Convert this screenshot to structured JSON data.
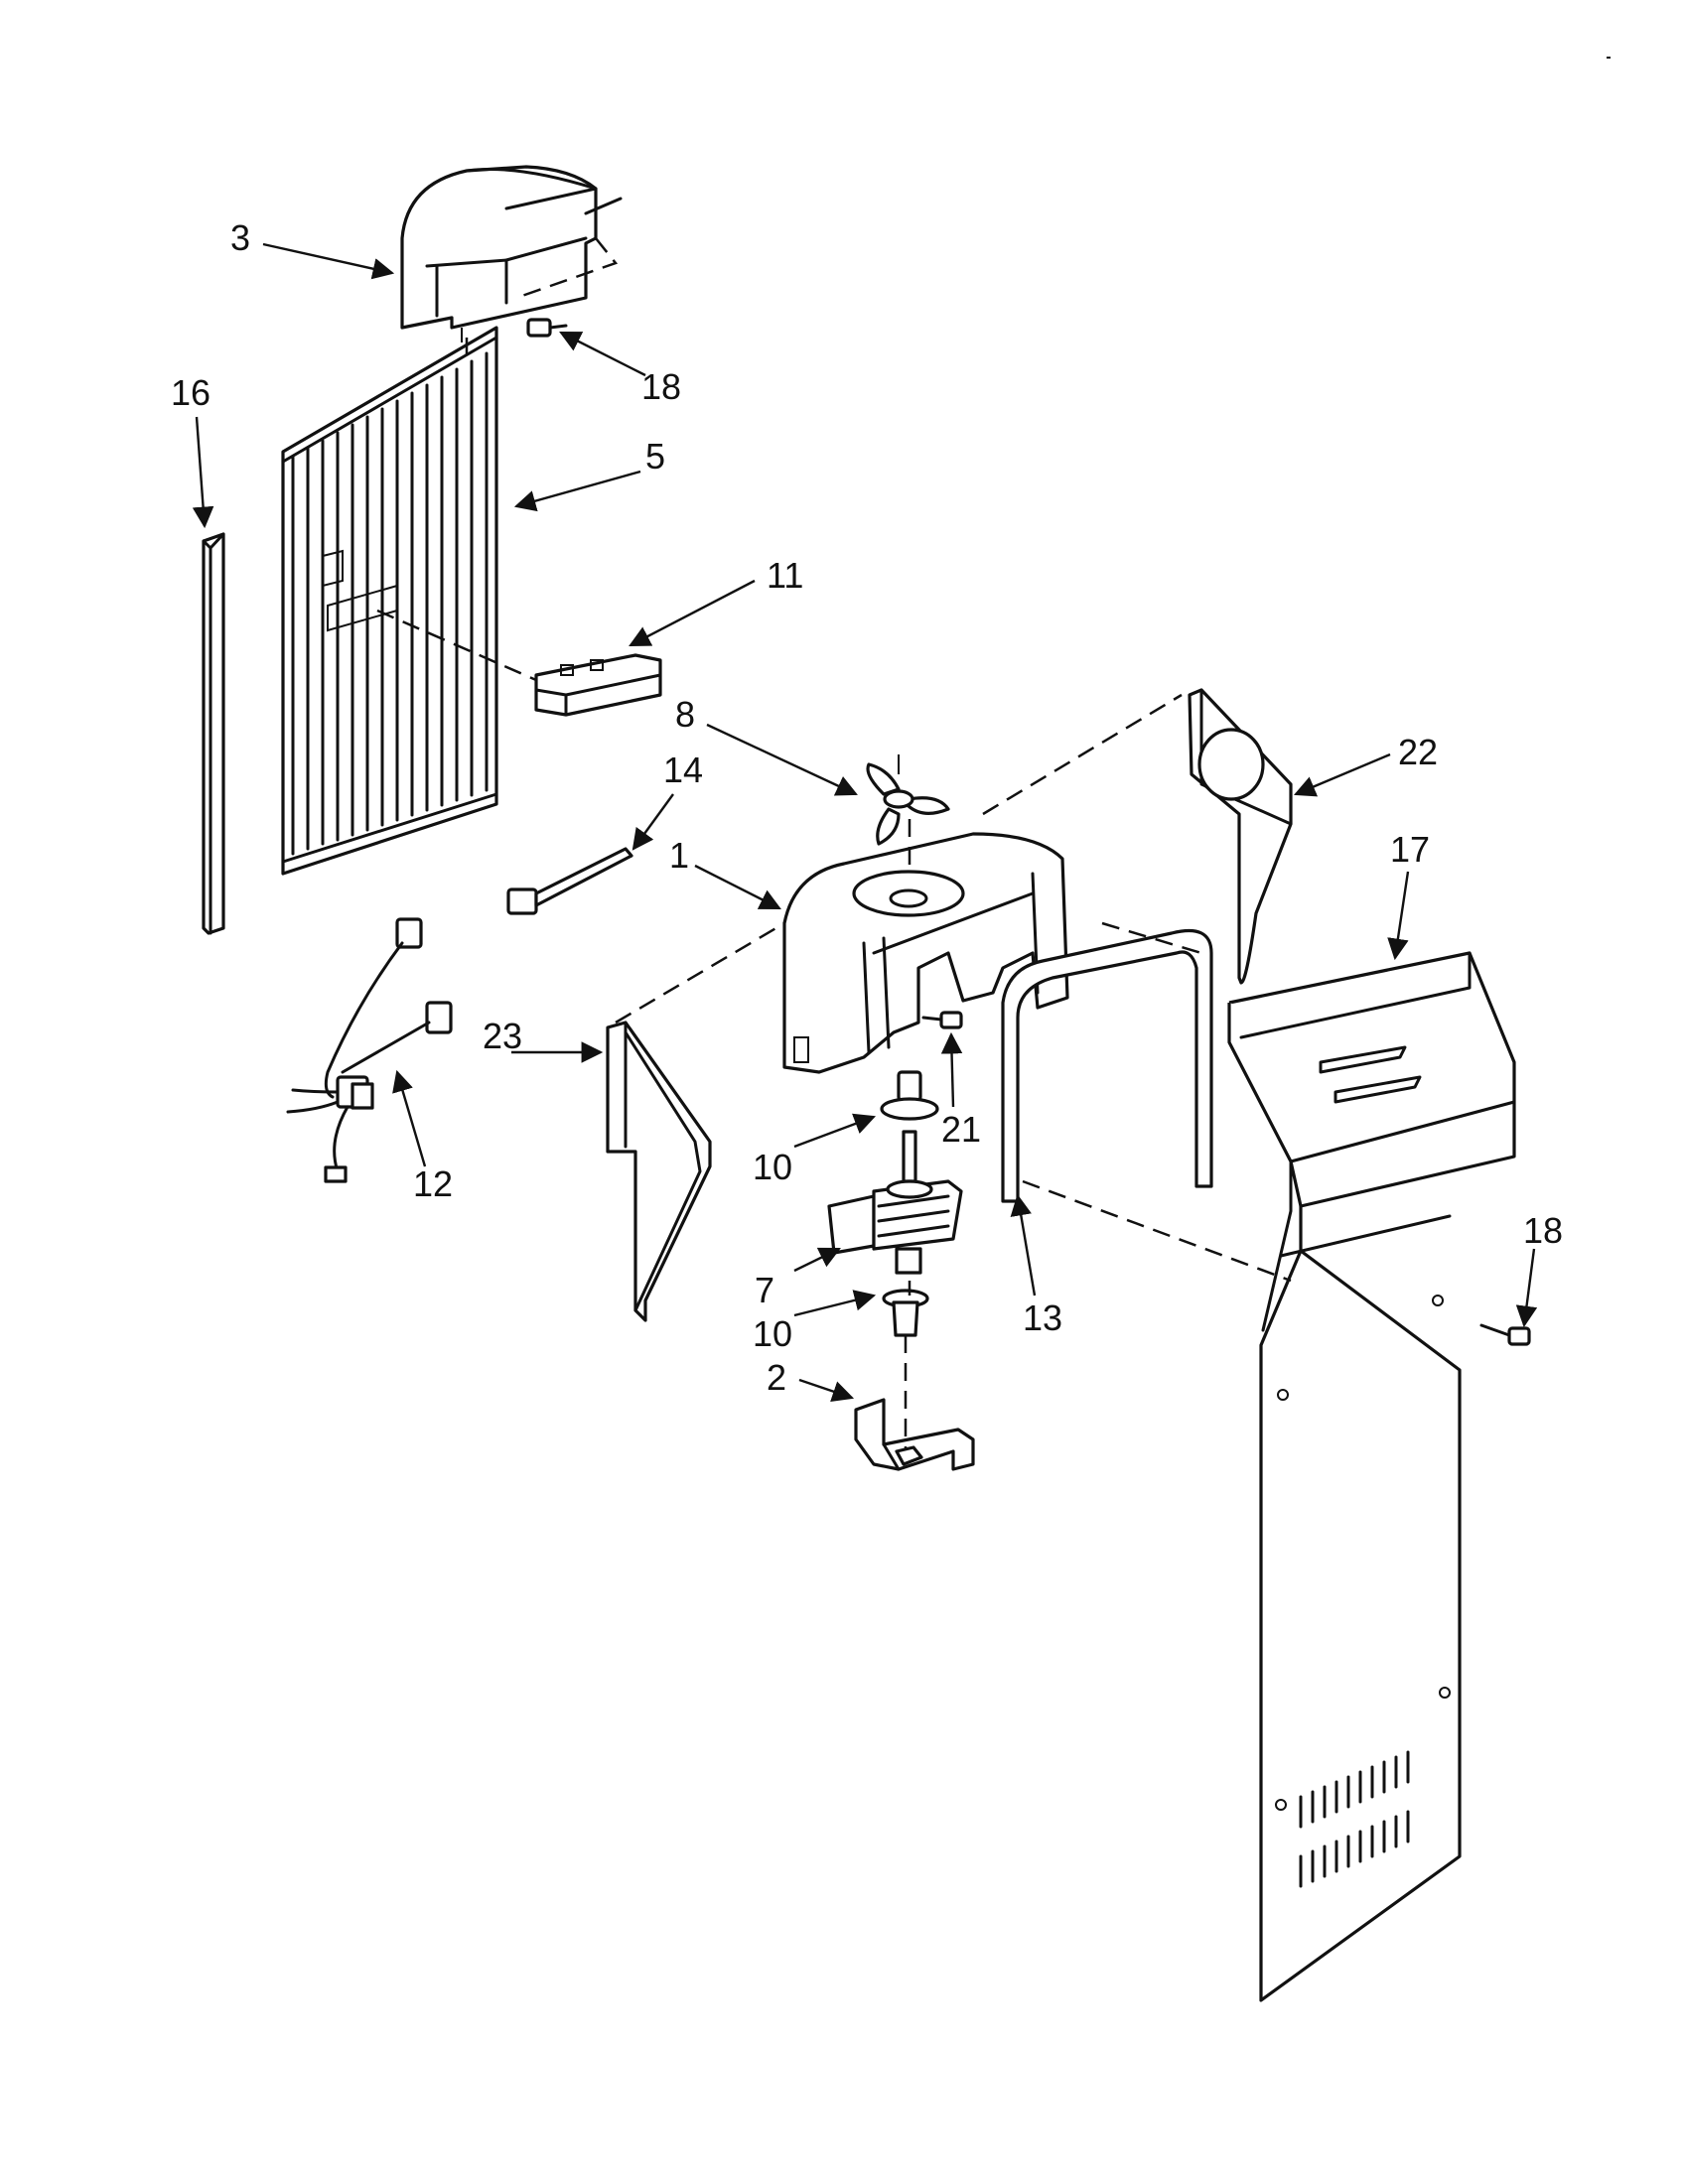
{
  "callouts": [
    {
      "id": "c3",
      "text": "3"
    },
    {
      "id": "c18a",
      "text": "18"
    },
    {
      "id": "c16",
      "text": "16"
    },
    {
      "id": "c5",
      "text": "5"
    },
    {
      "id": "c11",
      "text": "11"
    },
    {
      "id": "c8",
      "text": "8"
    },
    {
      "id": "c14",
      "text": "14"
    },
    {
      "id": "c1",
      "text": "1"
    },
    {
      "id": "c22",
      "text": "22"
    },
    {
      "id": "c17",
      "text": "17"
    },
    {
      "id": "c23",
      "text": "23"
    },
    {
      "id": "c12",
      "text": "12"
    },
    {
      "id": "c21",
      "text": "21"
    },
    {
      "id": "c10a",
      "text": "10"
    },
    {
      "id": "c7",
      "text": "7"
    },
    {
      "id": "c10b",
      "text": "10"
    },
    {
      "id": "c2",
      "text": "2"
    },
    {
      "id": "c13",
      "text": "13"
    },
    {
      "id": "c18b",
      "text": "18"
    }
  ]
}
